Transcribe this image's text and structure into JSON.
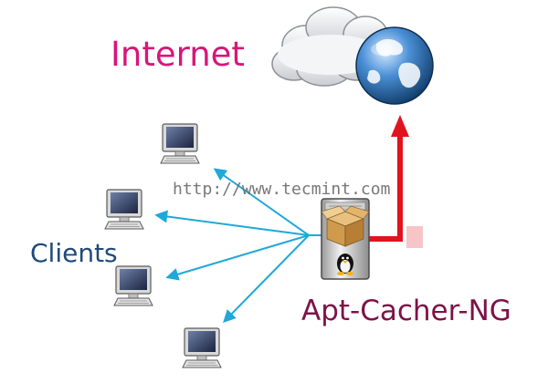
{
  "labels": {
    "internet": "Internet",
    "clients": "Clients",
    "server": "Apt-Cacher-NG",
    "watermark": "http://www.tecmint.com"
  },
  "icons": {
    "internet": "cloud-globe-icon",
    "server": "server-tower-icon",
    "client": "desktop-computer-icon"
  },
  "colors": {
    "internet_text": "#d6177a",
    "clients_text": "#1f4a7a",
    "server_text": "#7e1246",
    "upstream_arrow": "#e0141e",
    "client_arrows": "#1fa8d9"
  }
}
